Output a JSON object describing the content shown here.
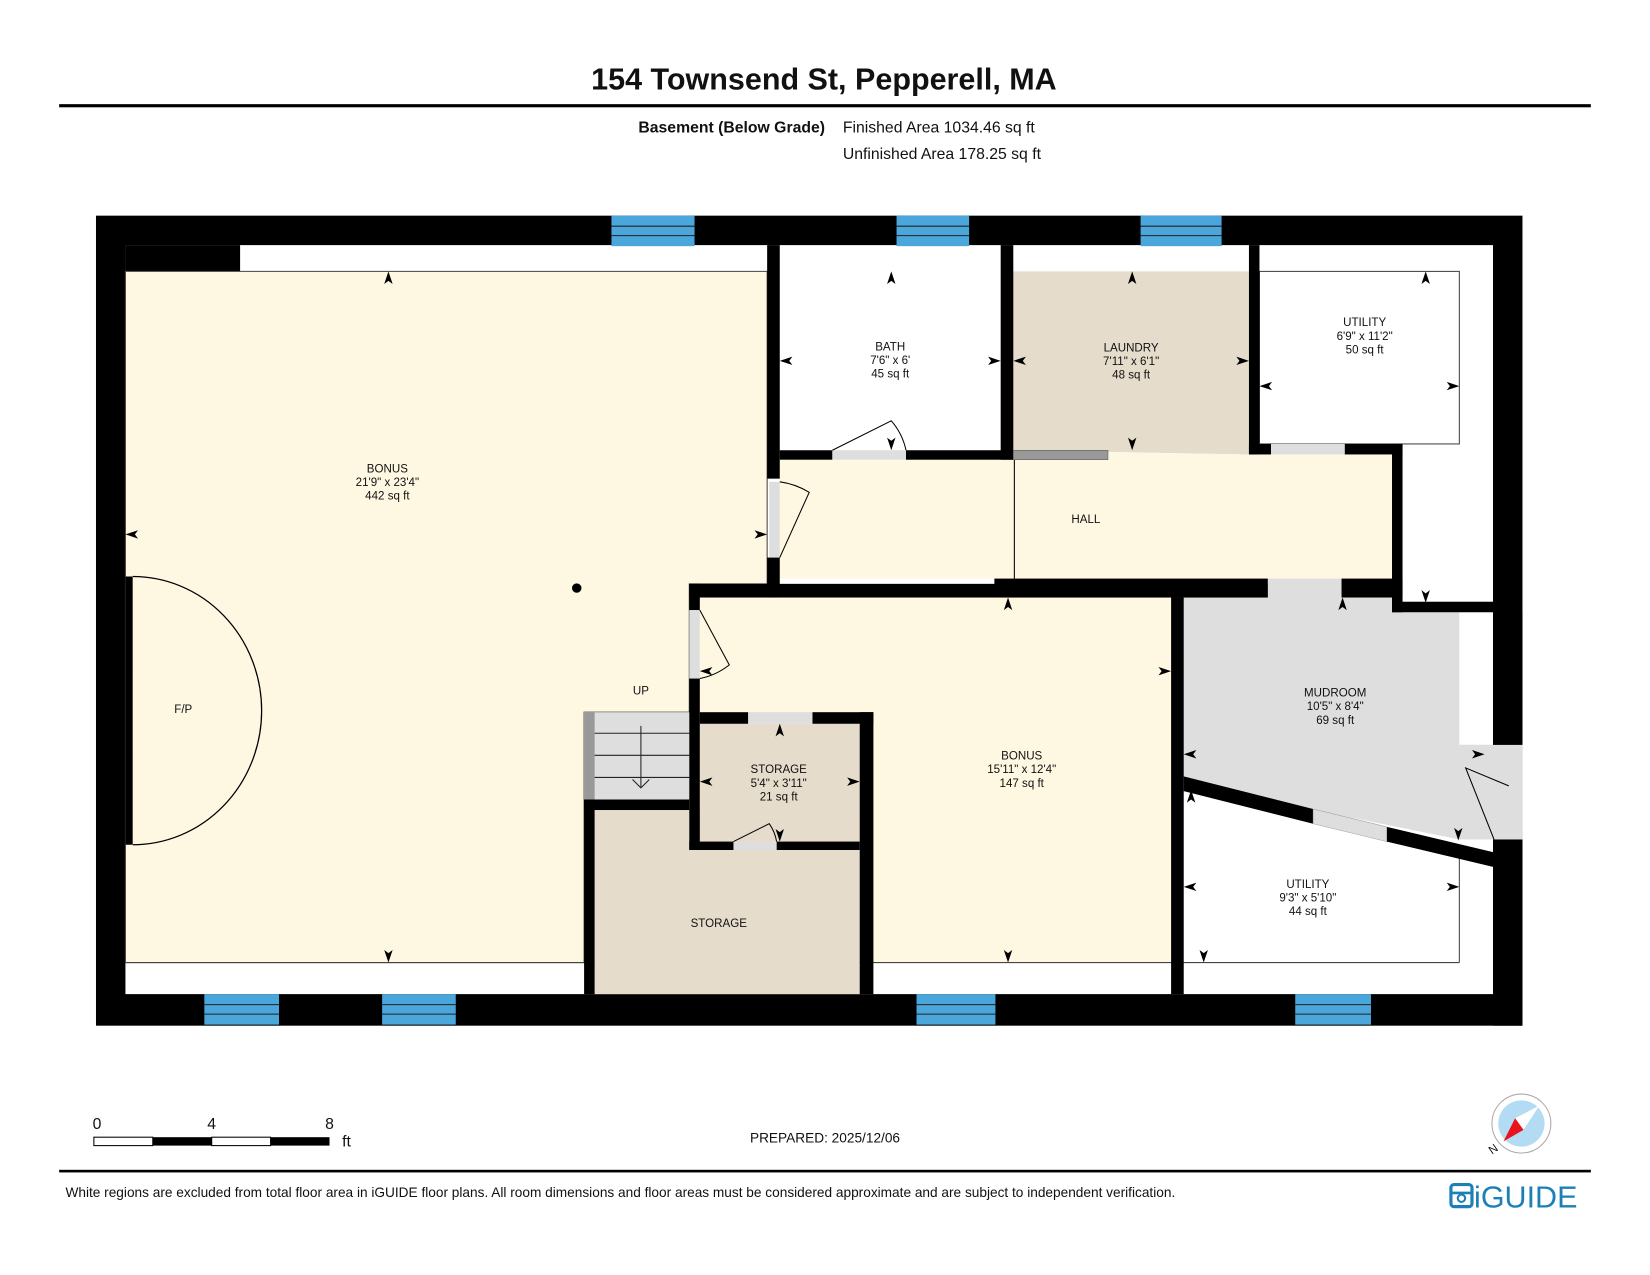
{
  "header": {
    "title": "154 Townsend St, Pepperell, MA",
    "floor_label": "Basement (Below Grade)",
    "finished_area": "Finished Area 1034.46 sq ft",
    "unfinished_area": "Unfinished Area 178.25 sq ft"
  },
  "rooms": [
    {
      "name": "BONUS",
      "dims": "21'9\" x 23'4\"",
      "area": "442 sq ft"
    },
    {
      "name": "BATH",
      "dims": "7'6\" x 6'",
      "area": "45 sq ft"
    },
    {
      "name": "LAUNDRY",
      "dims": "7'11\" x 6'1\"",
      "area": "48 sq ft"
    },
    {
      "name": "UTILITY",
      "dims": "6'9\" x 11'2\"",
      "area": "50 sq ft"
    },
    {
      "name": "HALL"
    },
    {
      "name": "BONUS",
      "dims": "15'11\" x 12'4\"",
      "area": "147 sq ft"
    },
    {
      "name": "STORAGE",
      "dims": "5'4\" x 3'11\"",
      "area": "21 sq ft"
    },
    {
      "name": "MUDROOM",
      "dims": "10'5\" x 8'4\"",
      "area": "69 sq ft"
    },
    {
      "name": "UTILITY",
      "dims": "9'3\" x 5'10\"",
      "area": "44 sq ft"
    },
    {
      "name": "STORAGE"
    }
  ],
  "annotations": {
    "stairs": "UP",
    "fireplace": "F/P"
  },
  "scale_bar": {
    "ticks": [
      "0",
      "4",
      "8"
    ],
    "unit": "ft"
  },
  "prepared": "PREPARED: 2025/12/06",
  "compass": {
    "label": "N",
    "icon": "compass-icon"
  },
  "footer": {
    "disclaimer": "White regions are excluded from total floor area in iGUIDE floor plans. All room dimensions and floor areas must be considered approximate and are subject to independent verification.",
    "logo": "iGUIDE"
  },
  "colors": {
    "finished_floor": "#fef8e3",
    "storage_floor": "#e6dccb",
    "mudroom_floor": "#dedede",
    "wall": "#000000",
    "window": "#4ba6dc",
    "brand": "#1c80b7",
    "compass_needle": "#e8141c"
  }
}
